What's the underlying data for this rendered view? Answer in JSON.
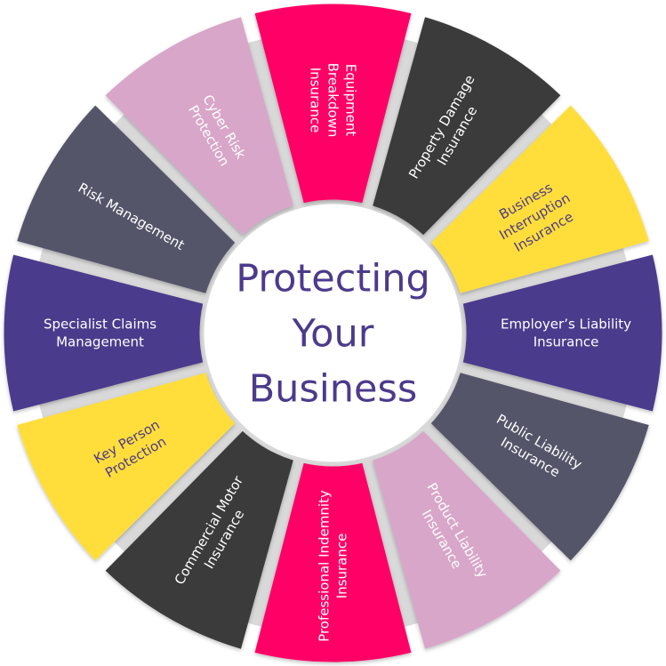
{
  "center": {
    "lines": [
      "Protecting",
      "Your",
      "Business"
    ],
    "color": "#4c3a8c"
  },
  "segments": [
    {
      "lines": [
        "Equipment",
        "Breakdown",
        "Insurance"
      ],
      "color": "#ff0066",
      "text_color": "#ffffff"
    },
    {
      "lines": [
        "Property Damage",
        "Insurance"
      ],
      "color": "#3a3a3a",
      "text_color": "#ffffff"
    },
    {
      "lines": [
        "Business",
        "Interruption",
        "Insurance"
      ],
      "color": "#ffde3a",
      "text_color": "#4c3a8c"
    },
    {
      "lines": [
        "Employer’s Liability",
        "Insurance"
      ],
      "color": "#4c3a8c",
      "text_color": "#ffffff"
    },
    {
      "lines": [
        "Public Liability",
        "Insurance"
      ],
      "color": "#55556a",
      "text_color": "#ffffff"
    },
    {
      "lines": [
        "Product Liability",
        "Insurance"
      ],
      "color": "#d8a6c8",
      "text_color": "#ffffff"
    },
    {
      "lines": [
        "Professional Indemnity",
        "Insurance"
      ],
      "color": "#ff0066",
      "text_color": "#ffffff"
    },
    {
      "lines": [
        "Commercial Motor",
        "Insurance"
      ],
      "color": "#3a3a3a",
      "text_color": "#ffffff"
    },
    {
      "lines": [
        "Key Person",
        "Protection"
      ],
      "color": "#ffde3a",
      "text_color": "#4c3a8c"
    },
    {
      "lines": [
        "Specialist Claims",
        "Management"
      ],
      "color": "#4c3a8c",
      "text_color": "#ffffff"
    },
    {
      "lines": [
        "Risk Management"
      ],
      "color": "#55556a",
      "text_color": "#ffffff"
    },
    {
      "lines": [
        "Cyber Risk",
        "Protection"
      ],
      "color": "#d8a6c8",
      "text_color": "#ffffff"
    }
  ],
  "gap_color": "#d9d9d9"
}
